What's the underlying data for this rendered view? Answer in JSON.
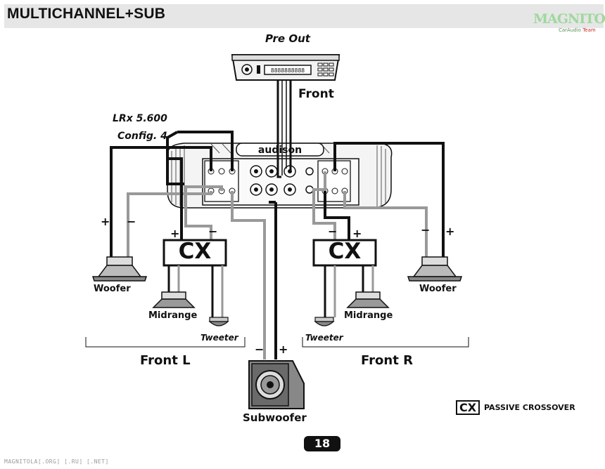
{
  "header": {
    "title": "MULTICHANNEL+SUB"
  },
  "logo": {
    "word": "MAGNITOLA",
    "sub": "CarAudio",
    "team": "Team"
  },
  "head_unit": {
    "title": "Pre Out",
    "display": "8888888888",
    "output_label": "Front"
  },
  "amplifier": {
    "model": "LRx 5.600",
    "config": "Config. 4",
    "brand": "audison"
  },
  "crossovers": {
    "left_label": "CX",
    "right_label": "CX"
  },
  "speakers": {
    "woofer_left": "Woofer",
    "woofer_right": "Woofer",
    "midrange_left": "Midrange",
    "midrange_right": "Midrange",
    "tweeter_left": "Tweeter",
    "tweeter_right": "Tweeter",
    "subwoofer": "Subwoofer"
  },
  "groups": {
    "front_left": "Front L",
    "front_right": "Front R"
  },
  "polarity": {
    "plus": "+",
    "minus": "−"
  },
  "legend": {
    "symbol": "CX",
    "text": "PASSIVE CROSSOVER"
  },
  "page": {
    "number": "18"
  },
  "footer": {
    "url": "MAGNITOLA[.ORG] [.RU] [.NET]"
  }
}
